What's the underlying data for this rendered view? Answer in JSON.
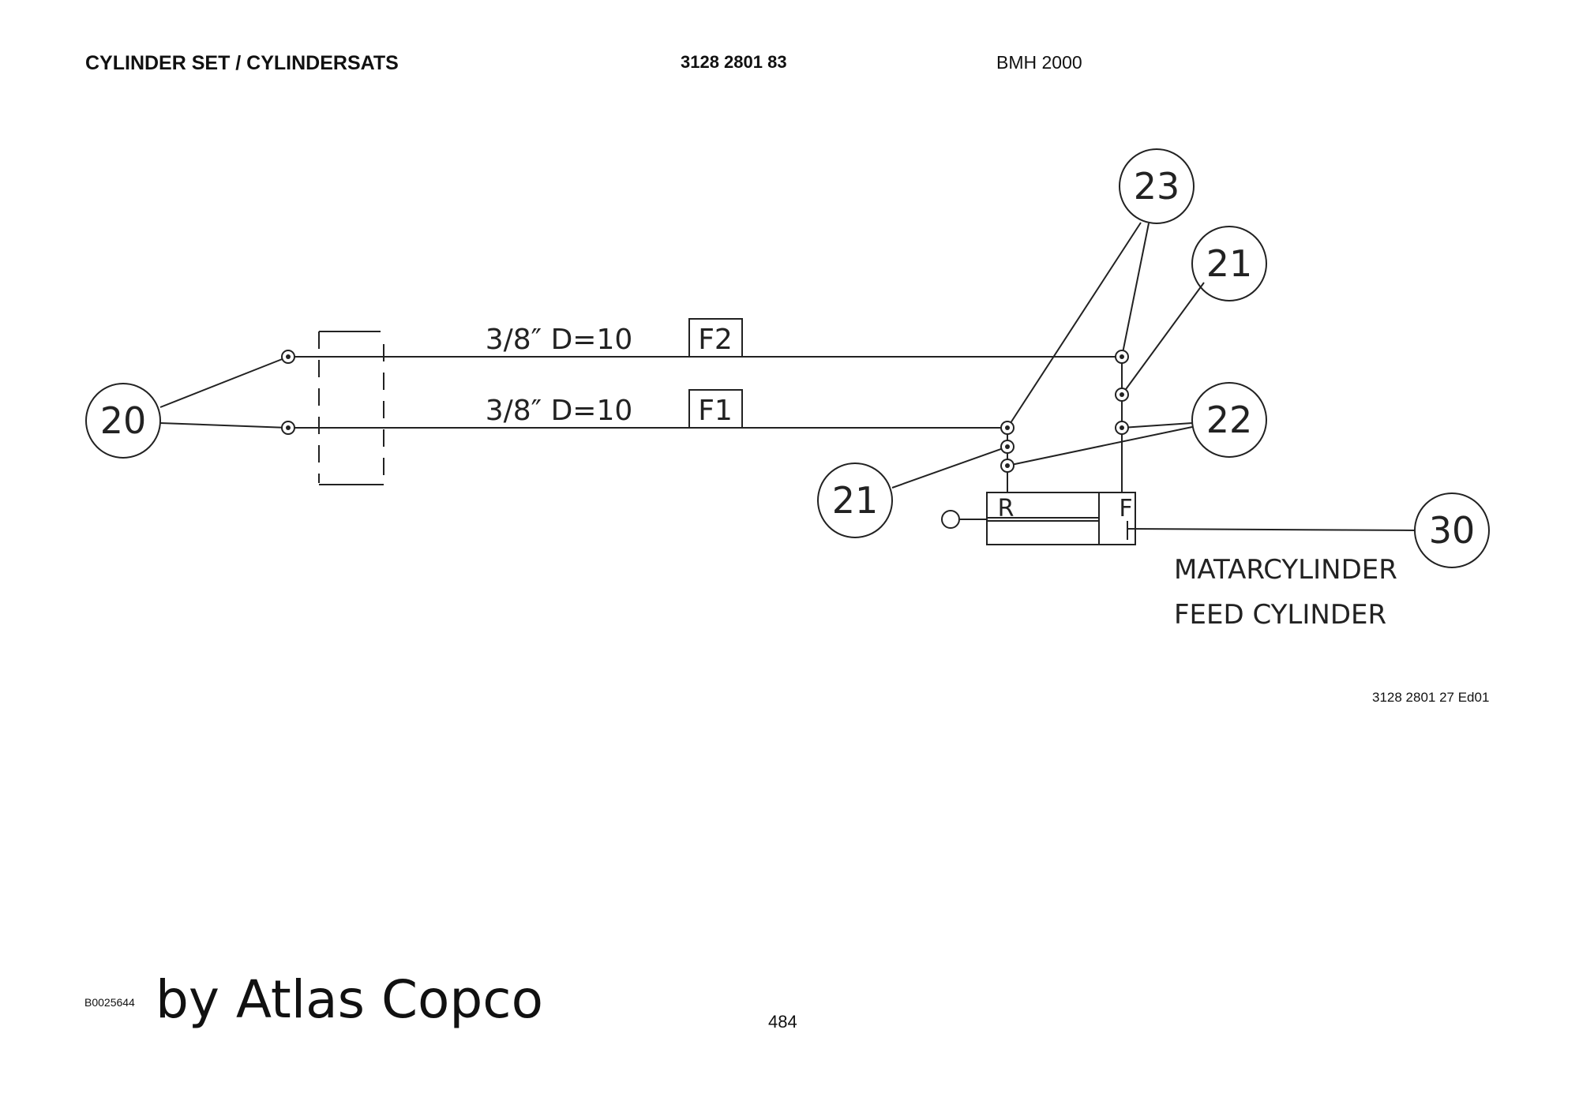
{
  "header": {
    "title": "CYLINDER SET / CYLINDERSATS",
    "part_number": "3128 2801 83",
    "model": "BMH 2000"
  },
  "diagram": {
    "hose_labels": {
      "upper": "3/8″ D=10",
      "lower": "3/8″ D=10"
    },
    "port_boxes": {
      "f2": "F2",
      "f1": "F1"
    },
    "callouts": {
      "c20": "20",
      "c23": "23",
      "c21_top": "21",
      "c22": "22",
      "c21_bottom": "21",
      "c30": "30"
    },
    "cylinder_ports": {
      "r": "R",
      "f": "F"
    },
    "cylinder_names": {
      "swedish": "MATARCYLINDER",
      "english": "FEED CYLINDER"
    },
    "drawing_ref": "3128 2801 27 Ed01"
  },
  "footer": {
    "doc_code": "B0025644",
    "brand": "by Atlas Copco",
    "page_number": "484"
  }
}
